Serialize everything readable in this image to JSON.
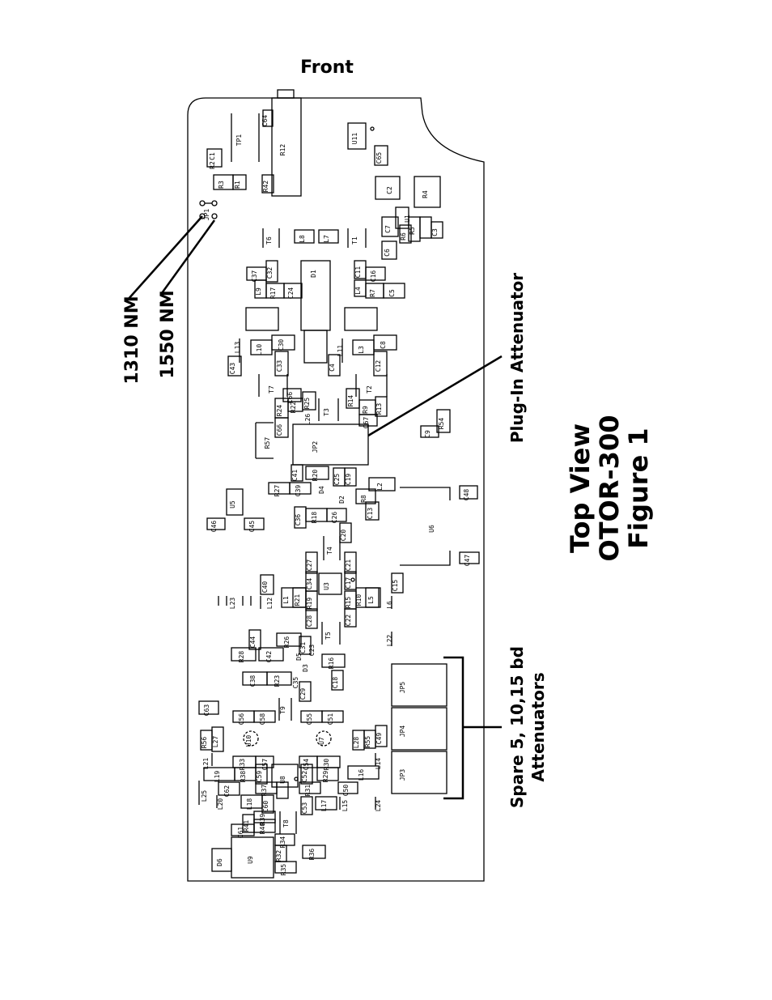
{
  "labels": {
    "front": "Front",
    "nm1310": "1310 NM",
    "nm1550": "1550 NM",
    "plugin": "Plug-In Attenuator",
    "spare_line1": "Spare 5, 10,15 bd",
    "spare_line2": "Attenuators",
    "title_line1": "Top View",
    "title_line2": "OTOR-300",
    "title_line3": "Figure 1"
  },
  "components": {
    "r12": "R12",
    "c64": "C64",
    "tp1": "TP1",
    "c1": "C1",
    "r2": "R2",
    "r3": "R3",
    "r1": "R1",
    "r42": "R42",
    "jp1": "JP1",
    "u11": "U11",
    "c65": "C65",
    "c2": "C2",
    "r4": "R4",
    "u1": "U1",
    "c7": "C7",
    "r6": "R6",
    "r5": "R5",
    "c3": "C3",
    "c6": "C6",
    "t6": "T6",
    "l8": "L8",
    "l7": "L7",
    "t1": "T1",
    "d1": "D1",
    "c37": "C37",
    "c32": "C32",
    "l9": "L9",
    "r17": "R17",
    "c24": "C24",
    "c11": "C11",
    "c16": "C16",
    "l4": "L4",
    "r7": "R7",
    "c5": "C5",
    "l13": "L13",
    "l10": "L10",
    "c30": "C30",
    "c43": "C43",
    "c33": "C33",
    "l11": "L11",
    "c4": "C4",
    "l3": "L3",
    "c8": "C8",
    "c12": "C12",
    "t7": "T7",
    "c66": "C66",
    "r25": "R25",
    "r22": "R22",
    "r24": "R24",
    "c66b": "C66",
    "l26": "L26",
    "t3": "T3",
    "r14": "R14",
    "r9": "R9",
    "c67": "C67",
    "r13": "R13",
    "t2": "T2",
    "r57": "R57",
    "jp2": "JP2",
    "r54": "R54",
    "c9": "C9",
    "c41": "C41",
    "r20": "R20",
    "c25": "C25",
    "c19": "C19",
    "d4": "D4",
    "r27": "R27",
    "c39": "C39",
    "d2": "D2",
    "r8": "R8",
    "l2": "L2",
    "c48": "C48",
    "u5": "U5",
    "c46": "C46",
    "c45": "C45",
    "c36": "C36",
    "r18": "R18",
    "c26": "C26",
    "c13": "C13",
    "c20": "C20",
    "u6": "U6",
    "t4": "T4",
    "c27": "C27",
    "c21": "C21",
    "c40": "C40",
    "c34": "C34",
    "u3": "U3",
    "c17": "C17",
    "l12": "L12",
    "l1": "L1",
    "r21": "R21",
    "r19": "R19",
    "r15": "R15",
    "r10": "R10",
    "l5": "L5",
    "c15": "C15",
    "l6": "L6",
    "c47": "C47",
    "l23": "L23",
    "c28": "C28",
    "c23": "C23",
    "c22": "C22",
    "t5": "T5",
    "l22": "L22",
    "c44": "C44",
    "r26": "R26",
    "c31": "C31",
    "r28": "R28",
    "c42": "C42",
    "d5": "D5",
    "d3": "D3",
    "r16": "R16",
    "c38": "C38",
    "r23": "R23",
    "c35": "C35",
    "c18": "C18",
    "c29": "C29",
    "jp5": "JP5",
    "c63": "C63",
    "c56": "C56",
    "c58": "C58",
    "t9": "T9",
    "c55": "C55",
    "c51": "C51",
    "jp4": "JP4",
    "r56": "R56",
    "l27": "L27",
    "u10": "U10",
    "u7": "U7",
    "l28": "L28",
    "r55": "R55",
    "c49": "C49",
    "l21": "L21",
    "c57": "C57",
    "r33": "R33",
    "c54": "C54",
    "r30": "R30",
    "l14": "L14",
    "l19": "L19",
    "r38": "R38",
    "c59": "C59",
    "u8": "U8",
    "c52": "C52",
    "r29": "R29",
    "l16": "L16",
    "jp3": "JP3",
    "c62": "C62",
    "r37": "R37",
    "r31": "R31",
    "c50": "C50",
    "l25": "L25",
    "l20": "L20",
    "l18": "L18",
    "c60": "C60",
    "l17": "L17",
    "l15": "L15",
    "c53": "C53",
    "l24": "L24",
    "r41": "R41",
    "r40": "R40",
    "r39": "R39",
    "c61": "C61",
    "t8": "T8",
    "r34": "R34",
    "r32": "R32",
    "d6": "D6",
    "u9": "U9",
    "r36": "R36",
    "r35": "R35"
  }
}
